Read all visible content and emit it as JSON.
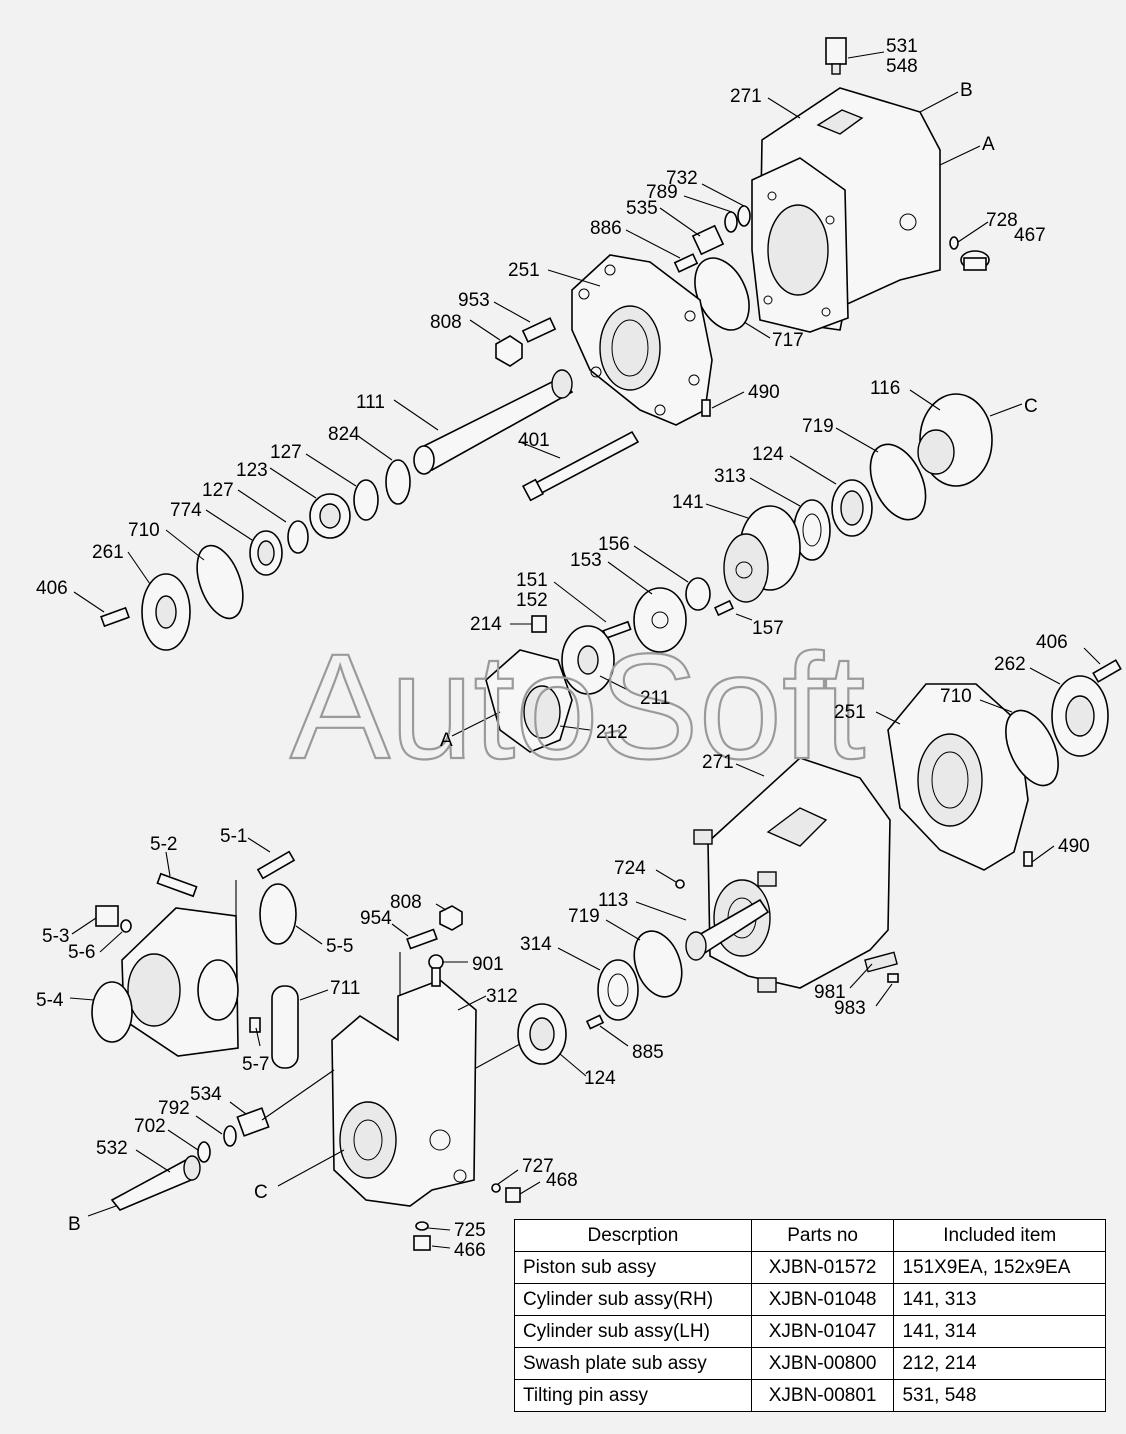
{
  "watermark": "AutoSoft",
  "callouts": [
    {
      "id": "c531",
      "text": "531"
    },
    {
      "id": "c548",
      "text": "548"
    },
    {
      "id": "c271a",
      "text": "271"
    },
    {
      "id": "cBa",
      "text": "B"
    },
    {
      "id": "cAa",
      "text": "A"
    },
    {
      "id": "c732",
      "text": "732"
    },
    {
      "id": "c789",
      "text": "789"
    },
    {
      "id": "c535",
      "text": "535"
    },
    {
      "id": "c886",
      "text": "886"
    },
    {
      "id": "c728",
      "text": "728"
    },
    {
      "id": "c467",
      "text": "467"
    },
    {
      "id": "c251a",
      "text": "251"
    },
    {
      "id": "c953",
      "text": "953"
    },
    {
      "id": "c808a",
      "text": "808"
    },
    {
      "id": "c717",
      "text": "717"
    },
    {
      "id": "c490a",
      "text": "490"
    },
    {
      "id": "c116",
      "text": "116"
    },
    {
      "id": "cCa",
      "text": "C"
    },
    {
      "id": "c111",
      "text": "111"
    },
    {
      "id": "c401",
      "text": "401"
    },
    {
      "id": "c719a",
      "text": "719"
    },
    {
      "id": "c824",
      "text": "824"
    },
    {
      "id": "c124a",
      "text": "124"
    },
    {
      "id": "c127a",
      "text": "127"
    },
    {
      "id": "c123",
      "text": "123"
    },
    {
      "id": "c313",
      "text": "313"
    },
    {
      "id": "c127b",
      "text": "127"
    },
    {
      "id": "c141",
      "text": "141"
    },
    {
      "id": "c774",
      "text": "774"
    },
    {
      "id": "c710a",
      "text": "710"
    },
    {
      "id": "c261",
      "text": "261"
    },
    {
      "id": "c406a",
      "text": "406"
    },
    {
      "id": "c156",
      "text": "156"
    },
    {
      "id": "c153",
      "text": "153"
    },
    {
      "id": "c151",
      "text": "151"
    },
    {
      "id": "c152",
      "text": "152"
    },
    {
      "id": "c157",
      "text": "157"
    },
    {
      "id": "c214",
      "text": "214"
    },
    {
      "id": "c406b",
      "text": "406"
    },
    {
      "id": "c262",
      "text": "262"
    },
    {
      "id": "c211",
      "text": "211"
    },
    {
      "id": "c710b",
      "text": "710"
    },
    {
      "id": "c251b",
      "text": "251"
    },
    {
      "id": "c212",
      "text": "212"
    },
    {
      "id": "cAb",
      "text": "A"
    },
    {
      "id": "c271b",
      "text": "271"
    },
    {
      "id": "c490b",
      "text": "490"
    },
    {
      "id": "c724",
      "text": "724"
    },
    {
      "id": "c51",
      "text": "5-1"
    },
    {
      "id": "c52",
      "text": "5-2"
    },
    {
      "id": "c113",
      "text": "113"
    },
    {
      "id": "c808b",
      "text": "808"
    },
    {
      "id": "c719b",
      "text": "719"
    },
    {
      "id": "c53",
      "text": "5-3"
    },
    {
      "id": "c954",
      "text": "954"
    },
    {
      "id": "c56",
      "text": "5-6"
    },
    {
      "id": "c55",
      "text": "5-5"
    },
    {
      "id": "c314",
      "text": "314"
    },
    {
      "id": "c901",
      "text": "901"
    },
    {
      "id": "c981",
      "text": "981"
    },
    {
      "id": "c983",
      "text": "983"
    },
    {
      "id": "c711",
      "text": "711"
    },
    {
      "id": "c312",
      "text": "312"
    },
    {
      "id": "c54",
      "text": "5-4"
    },
    {
      "id": "c885",
      "text": "885"
    },
    {
      "id": "c57",
      "text": "5-7"
    },
    {
      "id": "c124b",
      "text": "124"
    },
    {
      "id": "c534",
      "text": "534"
    },
    {
      "id": "c792",
      "text": "792"
    },
    {
      "id": "c702",
      "text": "702"
    },
    {
      "id": "c532",
      "text": "532"
    },
    {
      "id": "c727",
      "text": "727"
    },
    {
      "id": "c468",
      "text": "468"
    },
    {
      "id": "cCb",
      "text": "C"
    },
    {
      "id": "cBb",
      "text": "B"
    },
    {
      "id": "c725",
      "text": "725"
    },
    {
      "id": "c466",
      "text": "466"
    }
  ],
  "table": {
    "headers": [
      "Descrption",
      "Parts no",
      "Included item"
    ],
    "rows": [
      [
        "Piston sub assy",
        "XJBN-01572",
        "151X9EA, 152x9EA"
      ],
      [
        "Cylinder sub assy(RH)",
        "XJBN-01048",
        "141, 313"
      ],
      [
        "Cylinder sub assy(LH)",
        "XJBN-01047",
        "141, 314"
      ],
      [
        "Swash plate sub assy",
        "XJBN-00800",
        "212, 214"
      ],
      [
        "Tilting pin assy",
        "XJBN-00801",
        "531, 548"
      ]
    ]
  }
}
